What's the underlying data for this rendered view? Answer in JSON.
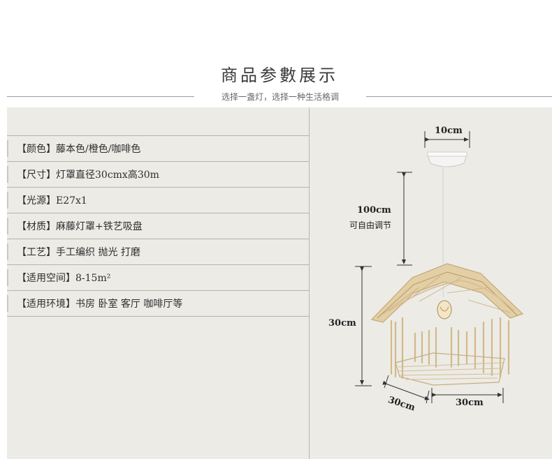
{
  "header": {
    "title": "商品参數展示",
    "subtitle": "选择一盏灯，选择一种生活格调"
  },
  "specs": [
    {
      "text": "【颜色】藤本色/橙色/咖啡色"
    },
    {
      "text": "【尺寸】灯罩直径30cmx高30m"
    },
    {
      "text": "【光源】E27x1"
    },
    {
      "text": "【材质】麻藤灯罩+铁艺吸盘"
    },
    {
      "text": "【工艺】手工编织 抛光 打磨"
    },
    {
      "text": "【适用空间】8-15m²"
    },
    {
      "text": "【适用环境】书房 卧室 客厅 咖啡厅等"
    }
  ],
  "diagram": {
    "canopy_width": "10cm",
    "cord_length": "100cm",
    "cord_note": "可自由调节",
    "shade_height": "30cm",
    "shade_depth": "30cm",
    "shade_width": "30cm"
  },
  "colors": {
    "panel_bg": "#ecebe6",
    "rattan": "#d8c29a",
    "rule": "#9a9a9a"
  }
}
